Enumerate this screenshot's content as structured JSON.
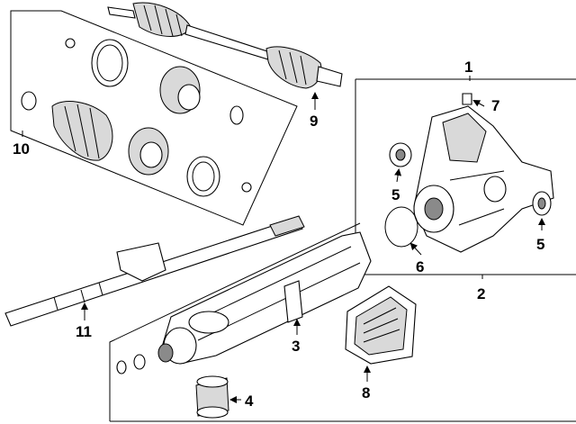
{
  "callouts": {
    "c1": "1",
    "c2": "2",
    "c3": "3",
    "c4": "4",
    "c5a": "5",
    "c5b": "5",
    "c6": "6",
    "c7": "7",
    "c8": "8",
    "c9": "9",
    "c10": "10",
    "c11": "11"
  }
}
